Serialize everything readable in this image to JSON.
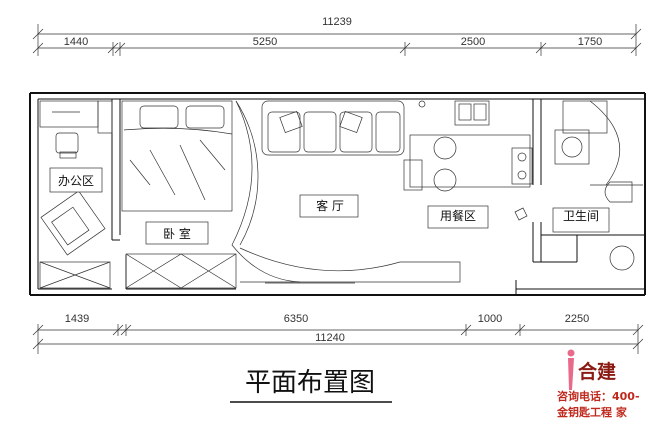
{
  "dimensions_top": {
    "total": "11239",
    "segments": [
      "1440",
      "5250",
      "2500",
      "1750"
    ]
  },
  "dimensions_bottom": {
    "segments": [
      "1439",
      "6350",
      "1000",
      "2250"
    ],
    "total": "11240"
  },
  "rooms": {
    "office": "办公区",
    "bedroom": "卧 室",
    "living": "客 厅",
    "dining": "用餐区",
    "bathroom": "卫生间"
  },
  "title": "平面布置图",
  "logo": {
    "brand": "合建",
    "line1": "咨询电话：400-",
    "line2": "金钥匙工程  家"
  },
  "colors": {
    "line": "#111111",
    "logo_red": "#c02a1e",
    "logo_pink": "#e86a8a"
  }
}
